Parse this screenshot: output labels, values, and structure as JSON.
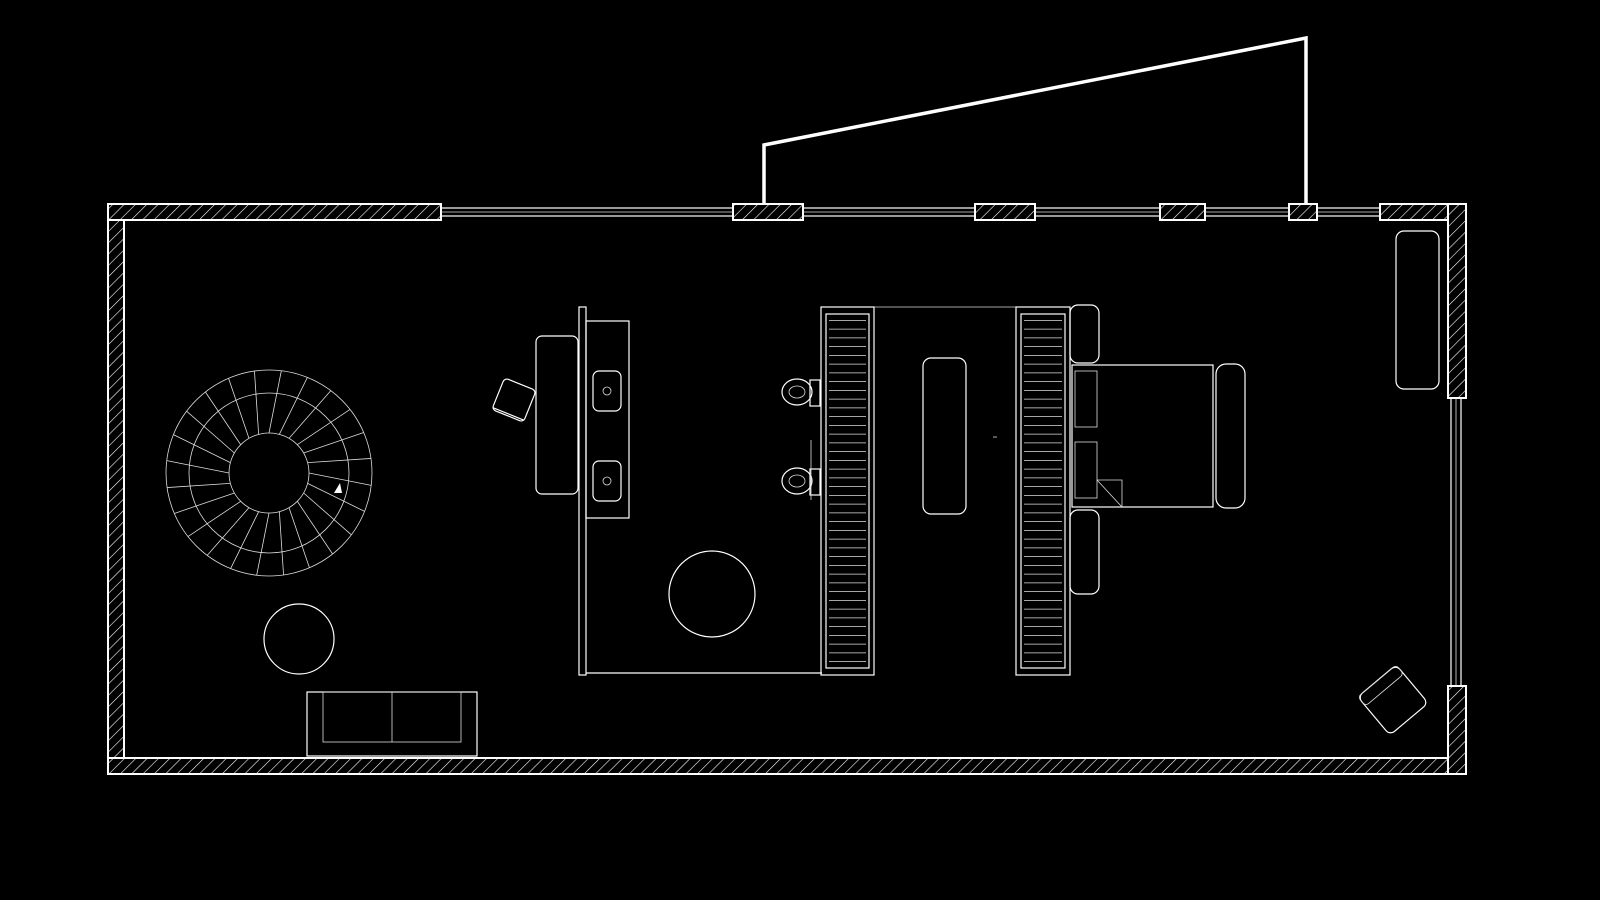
{
  "plan": {
    "background": "#000000",
    "line_color": "#ffffff",
    "fixtures": {
      "staircase": {
        "type": "spiral-staircase",
        "tread_count": 24
      },
      "basins": {
        "count": 2
      },
      "toilets": {
        "count": 2
      },
      "closet_slats": {
        "count": 40
      }
    }
  }
}
